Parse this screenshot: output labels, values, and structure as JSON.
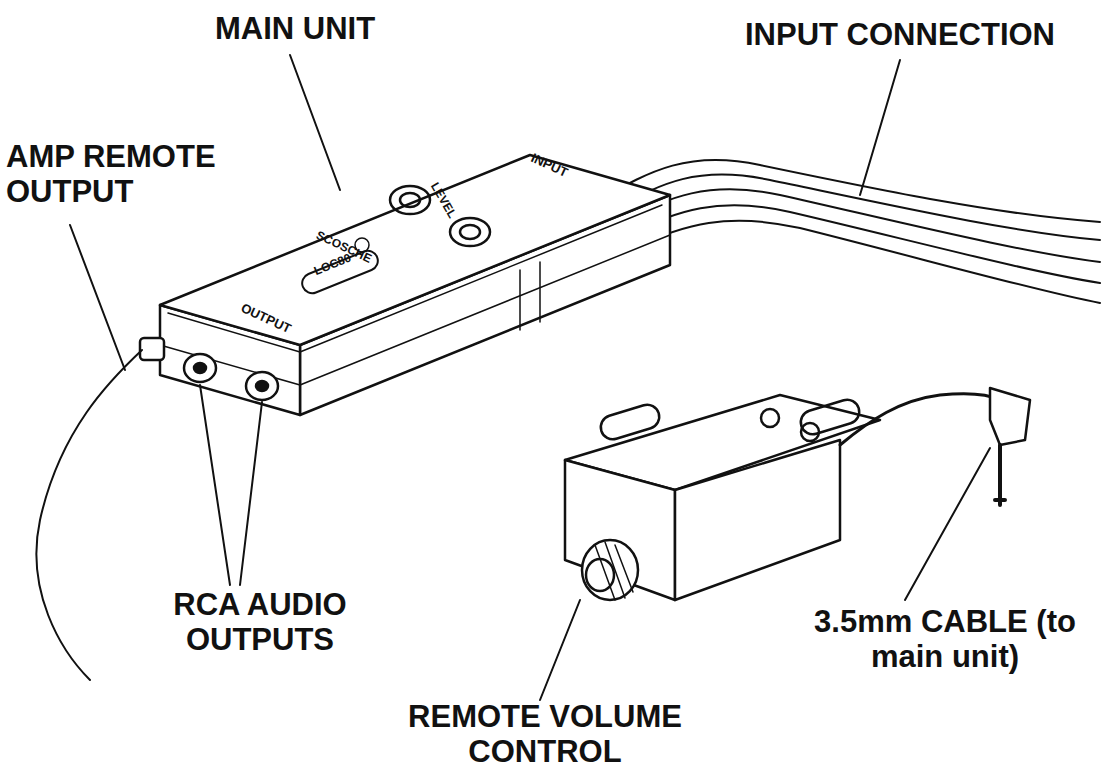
{
  "diagram": {
    "labels": [
      "MAIN UNIT",
      "INPUT CONNECTION",
      "AMP REMOTE OUTPUT",
      "RCA AUDIO OUTPUTS",
      "REMOTE VOLUME CONTROL",
      "3.5mm CABLE (to main unit)",
      "INPUT",
      "LEVEL",
      "OUTPUT",
      "SCOSCHE",
      "LOC80"
    ]
  }
}
